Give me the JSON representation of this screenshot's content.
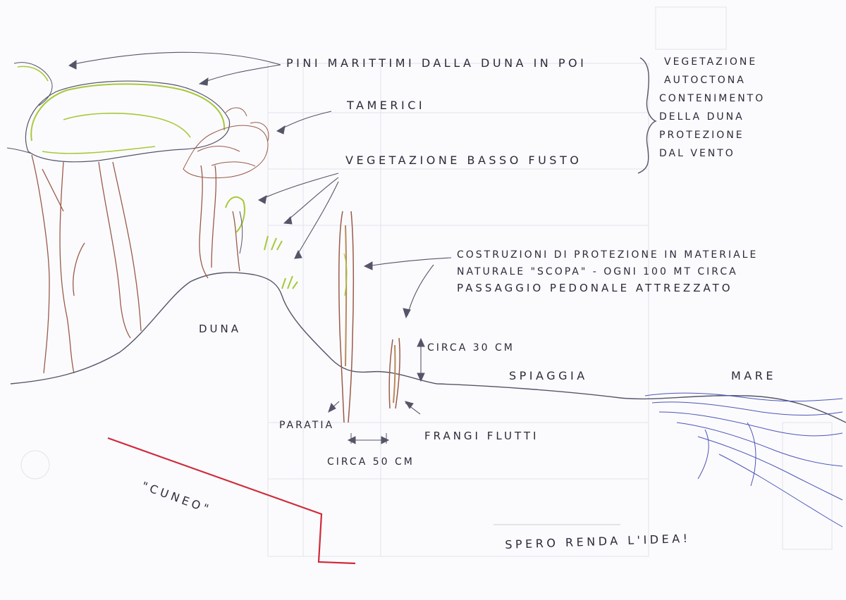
{
  "labels": {
    "pini": "PINI MARITTIMI DALLA DUNA IN POI",
    "tamerici": "TAMERICI",
    "vegetazione_basso_fusto": "VEGETAZIONE BASSO FUSTO",
    "group_note": [
      "VEGETAZIONE",
      "AUTOCTONA",
      "CONTENIMENTO",
      "DELLA DUNA",
      "PROTEZIONE",
      "DAL VENTO"
    ],
    "costruzioni": [
      "COSTRUZIONI DI PROTEZIONE IN MATERIALE",
      "NATURALE \"SCOPA\" - OGNI 100 MT CIRCA"
    ],
    "passaggio": "PASSAGGIO PEDONALE ATTREZZATO",
    "duna": "DUNA",
    "circa_30": "CIRCA 30 CM",
    "spiaggia": "SPIAGGIA",
    "mare": "MARE",
    "paratia": "PARATIA",
    "frangiflutti": "FRANGI FLUTTI",
    "circa_50": "CIRCA 50 CM",
    "cuneo": "\"CUNEO\"",
    "spero": "SPERO RENDA L'IDEA!"
  },
  "colors": {
    "pencil": "#55556a",
    "trunk": "#9a5a4a",
    "foliage": "#a6c93a",
    "cuneo": "#d02a3a",
    "sea": "#4a55b8",
    "pole": "#b98a58",
    "faint": "#c9ccd8"
  }
}
